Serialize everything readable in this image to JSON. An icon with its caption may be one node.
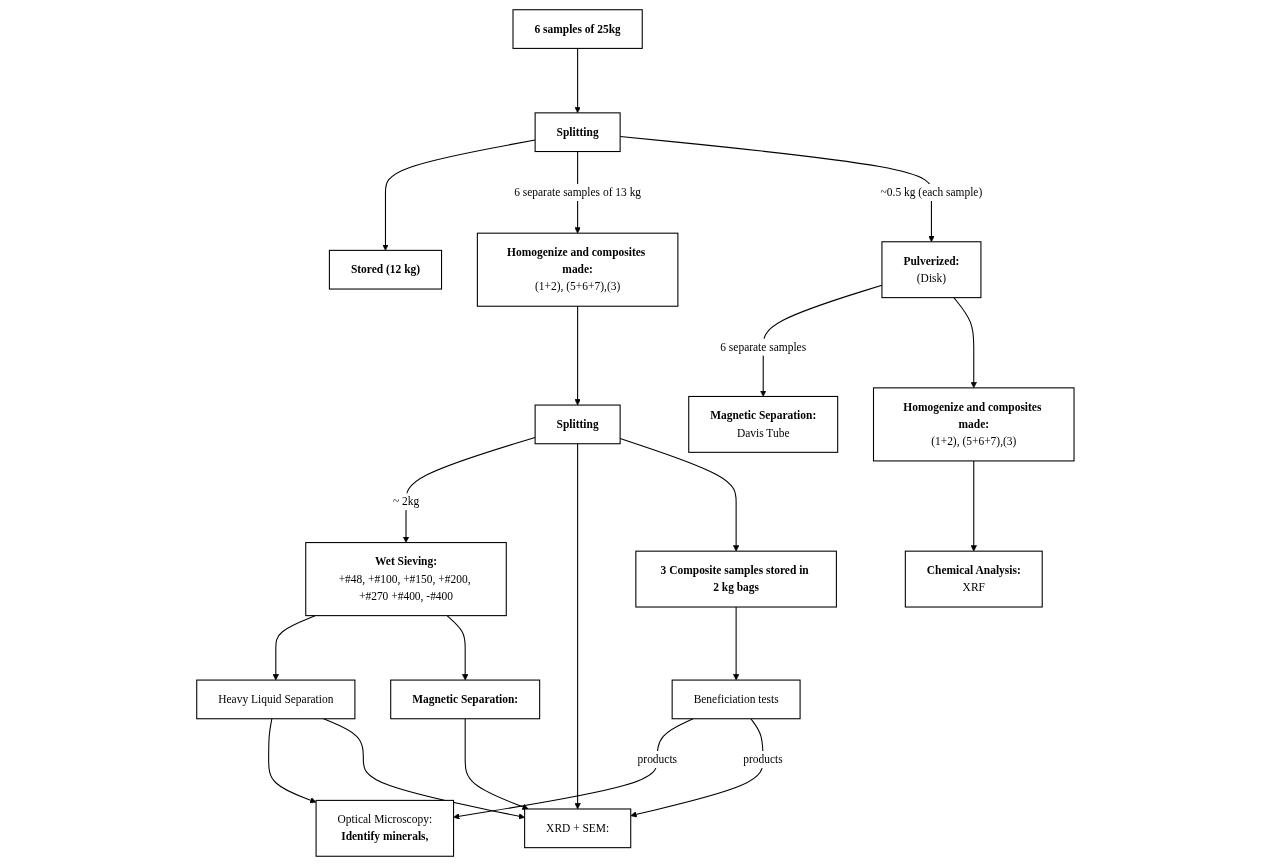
{
  "diagram": {
    "nodes": [
      {
        "text": [
          "6 samples of 25kg"
        ]
      },
      {
        "text": [
          "Stored (12 kg)"
        ]
      },
      {
        "text": [
          "Splitting"
        ]
      },
      {
        "text": [
          "Pulverized:",
          "(Disk)"
        ]
      },
      {
        "text": [
          "Homogenize and composites made:",
          "(1+2), (5+6+7),(3)"
        ]
      },
      {
        "text": [
          "Magnetic Separation:",
          "Davis Tube"
        ]
      },
      {
        "text": [
          "Chemical Analysis:",
          "XRF"
        ]
      },
      {
        "text": [
          "Homogenize and composites made:",
          "(1+2), (5+6+7),(3)"
        ]
      },
      {
        "text": [
          "Wet Sieving:",
          "+#48, +#100, +#150, +#200, +#270 +#400, -#400"
        ]
      },
      {
        "text": [
          "Splitting"
        ]
      },
      {
        "text": [
          "3 Composite samples stored in 2 kg bags"
        ]
      },
      {
        "text": [
          "Heavy Liquid Separation"
        ]
      },
      {
        "text": [
          "Optical Microscopy:",
          "Identify minerals,"
        ]
      },
      {
        "text": [
          "Beneficiation tests"
        ]
      },
      {
        "text": [
          "Magnetic Separation:"
        ]
      },
      {
        "text": [
          "XRD + SEM:"
        ]
      }
    ],
    "edges": [
      {
        "from": 0,
        "to": 2,
        "arrow": "to"
      },
      {
        "from": 2,
        "to": 1,
        "arrow": "to"
      },
      {
        "from": 2,
        "to": 7,
        "arrow": "to",
        "label": "6 separate samples of 13 kg"
      },
      {
        "from": 2,
        "to": 3,
        "arrow": "to",
        "label": "~0.5 kg (each sample)"
      },
      {
        "from": 3,
        "to": 5,
        "arrow": "to",
        "label": "6 separate samples"
      },
      {
        "from": 3,
        "to": 4,
        "arrow": "to"
      },
      {
        "from": 4,
        "to": 6,
        "arrow": "to"
      },
      {
        "from": 7,
        "to": 9,
        "arrow": "to"
      },
      {
        "from": 9,
        "to": 8,
        "arrow": "to",
        "label": "~ 2kg"
      },
      {
        "from": 9,
        "to": 15,
        "arrow": "to"
      },
      {
        "from": 9,
        "to": 10,
        "arrow": "to"
      },
      {
        "from": 8,
        "to": 11,
        "arrow": "to"
      },
      {
        "from": 8,
        "to": 14,
        "arrow": "to"
      },
      {
        "from": 11,
        "to": 12,
        "arrow": "to"
      },
      {
        "from": 11,
        "to": 15,
        "arrow": "to"
      },
      {
        "from": 14,
        "to": 15,
        "arrow": "to"
      },
      {
        "from": 10,
        "to": 13,
        "arrow": "to"
      },
      {
        "from": 13,
        "to": 12,
        "arrow": "to",
        "label": "products"
      },
      {
        "from": 13,
        "to": 15,
        "arrow": "to",
        "label": "products"
      }
    ]
  }
}
